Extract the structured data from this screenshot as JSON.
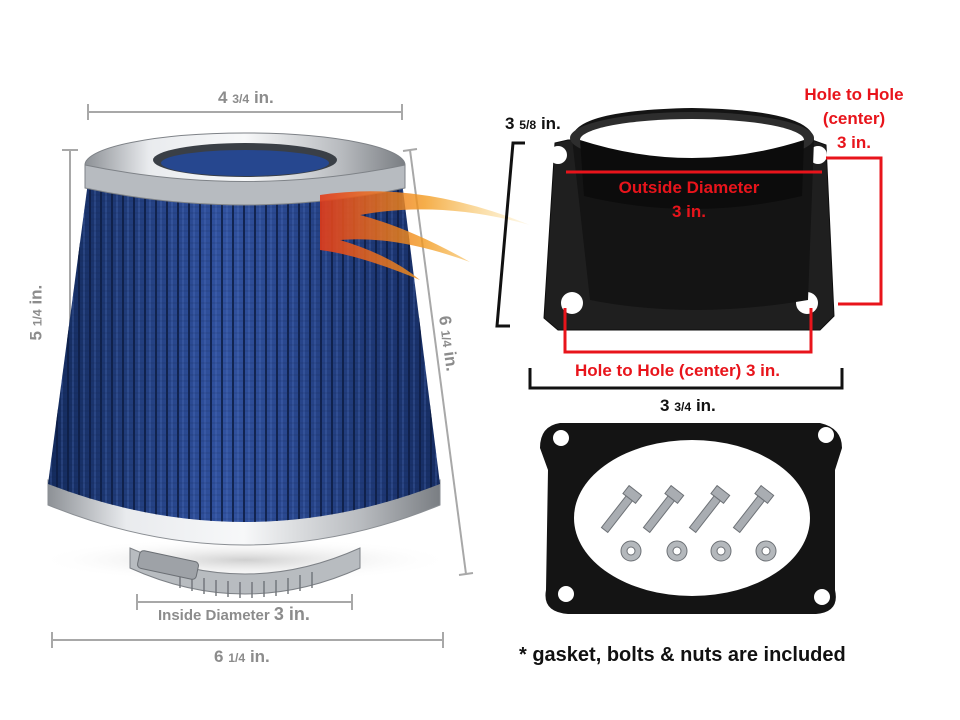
{
  "dims": {
    "filter_top_width": {
      "num": "4",
      "frac": "3/4",
      "unit": "in."
    },
    "filter_height": {
      "num": "5",
      "frac": "1/4",
      "unit": "in."
    },
    "filter_side_length": {
      "num": "6",
      "frac": "1/4",
      "unit": "in."
    },
    "inside_diameter": {
      "label": "Inside Diameter",
      "value": "3 in."
    },
    "filter_bottom_width": {
      "num": "6",
      "frac": "1/4",
      "unit": "in."
    },
    "adapter_height": {
      "num": "3",
      "frac": "5/8",
      "unit": "in."
    },
    "adapter_width": {
      "num": "3",
      "frac": "3/4",
      "unit": "in."
    }
  },
  "red_labels": {
    "hole_to_hole_side": [
      "Hole to Hole",
      "(center)",
      "3 in."
    ],
    "outside_diameter": [
      "Outside Diameter",
      "3 in."
    ],
    "hole_to_hole_bottom": "Hole to Hole (center) 3 in."
  },
  "note": "* gasket, bolts & nuts are included",
  "colors": {
    "filter_media": "#1f3a78",
    "chrome": "#c9ccd0",
    "adapter": "#1c1c1c",
    "dimension_red": "#e8141b",
    "dimension_gray": "#a8a8a8"
  },
  "icons": [
    "flame-icon"
  ]
}
